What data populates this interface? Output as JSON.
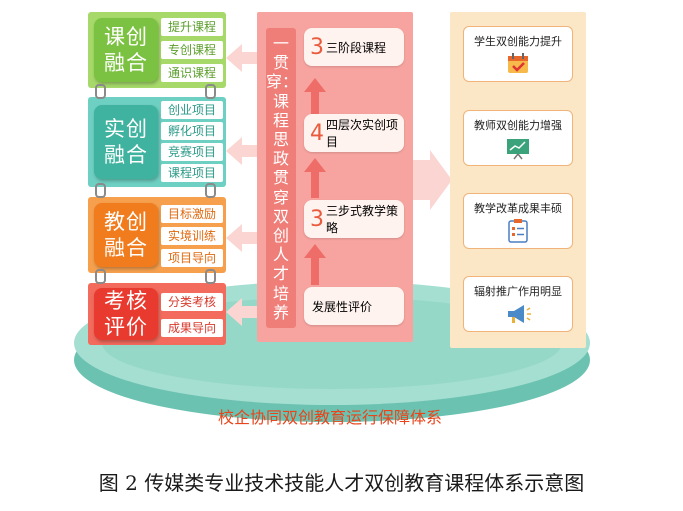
{
  "colors": {
    "green": "#7cc242",
    "green_bg": "#a6d96a",
    "teal": "#3fb39f",
    "teal_bg": "#6ed0c2",
    "orange": "#f07c1e",
    "orange_bg": "#f6a04e",
    "red": "#e83a2e",
    "red_bg": "#f36b5d",
    "center_panel": "#f7a4a0",
    "center_bar": "#ef7d78",
    "right_panel": "#fbe6c6",
    "platform": "#8fd5c5",
    "arrow_orange": "#f39a2e",
    "arrow_red": "#ef6d68"
  },
  "left_modules": [
    {
      "title": "课创融合",
      "color_key": "green",
      "items": [
        "提升课程",
        "专创课程",
        "通识课程"
      ]
    },
    {
      "title": "实创融合",
      "color_key": "teal",
      "items": [
        "创业项目",
        "孵化项目",
        "竞赛项目",
        "课程项目"
      ]
    },
    {
      "title": "教创融合",
      "color_key": "orange",
      "items": [
        "目标激励",
        "实境训练",
        "项目导向"
      ]
    },
    {
      "title": "考核评价",
      "color_key": "red",
      "items": [
        "分类考核",
        "成果导向"
      ]
    }
  ],
  "center": {
    "vertical_text": "一贯穿：课程思政贯穿双创人才培养",
    "steps": [
      {
        "num": "3",
        "label": "三阶段课程"
      },
      {
        "num": "4",
        "label": "四层次实创项目"
      },
      {
        "num": "3",
        "label": "三步式教学策略"
      },
      {
        "num": "",
        "label": "发展性评价"
      }
    ]
  },
  "right_outcomes": [
    {
      "label": "学生双创能力提升",
      "icon": "calendar-check-icon"
    },
    {
      "label": "教师双创能力增强",
      "icon": "chart-board-icon"
    },
    {
      "label": "教学改革成果丰硕",
      "icon": "checklist-icon"
    },
    {
      "label": "辐射推广作用明显",
      "icon": "megaphone-icon"
    }
  ],
  "platform_label": "校企协同双创教育运行保障体系",
  "caption": "图 2  传媒类专业技术技能人才双创教育课程体系示意图"
}
